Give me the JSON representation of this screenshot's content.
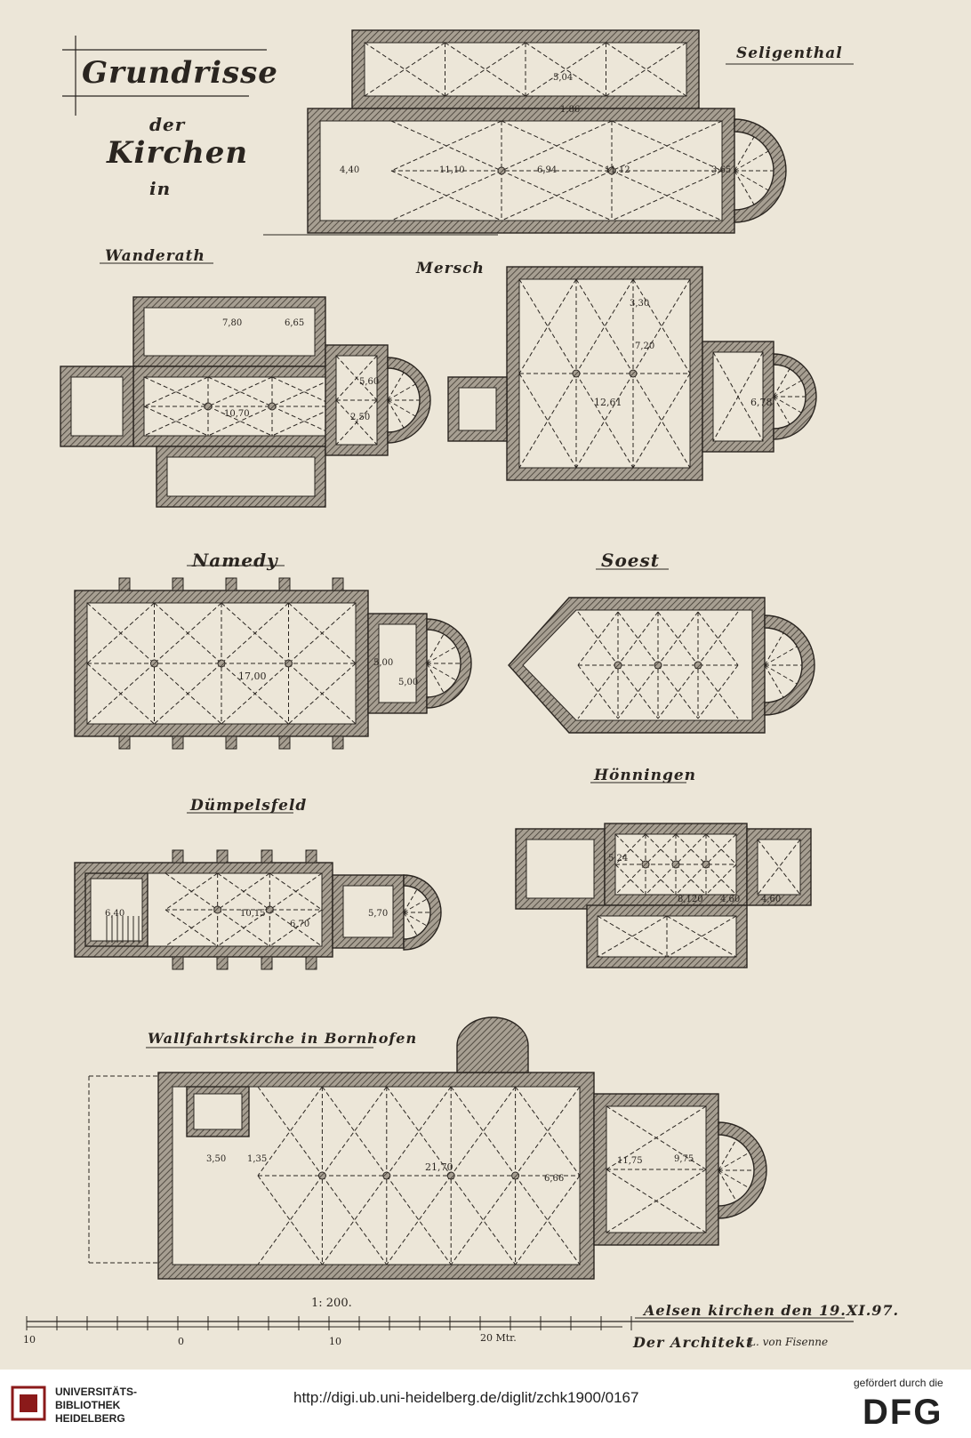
{
  "title": {
    "line1": "Grundrisse",
    "line2": "der",
    "line3": "Kirchen",
    "line4": "in"
  },
  "plans": [
    {
      "name": "Seligenthal",
      "dims": [
        "4,40",
        "11,10",
        "6,94",
        "11,12",
        "3,65",
        "5,04",
        "1,86"
      ]
    },
    {
      "name": "Wanderath",
      "dims": [
        "7,80",
        "6,65",
        "10,70",
        "5,60",
        "2,50"
      ]
    },
    {
      "name": "Mersch",
      "dims": [
        "3,30",
        "12,61",
        "6,78",
        "7,20"
      ]
    },
    {
      "name": "Namedy",
      "dims": [
        "17,00",
        "5,00",
        "5,00"
      ]
    },
    {
      "name": "Soest",
      "dims": []
    },
    {
      "name": "Hönningen",
      "dims": [
        "5,24",
        "8,120",
        "4,60",
        "4,60"
      ]
    },
    {
      "name": "Dümpelsfeld",
      "dims": [
        "6,40",
        "10,15",
        "6,70",
        "5,70"
      ]
    },
    {
      "name": "Wallfahrtskirche in Bornhofen",
      "dims": [
        "3,50",
        "1,35",
        "21,70",
        "9,75",
        "11,75",
        "6,66"
      ]
    }
  ],
  "scale": {
    "ratio": "1: 200.",
    "ticks": [
      "10",
      "0",
      "10",
      "20 Mtr."
    ]
  },
  "signature": {
    "place_date": "Aelsen kirchen den 19.XI.97.",
    "role": "Der Architekt",
    "name": "L. von Fisenne"
  },
  "footer": {
    "library_line1": "UNIVERSITÄTS-",
    "library_line2": "BIBLIOTHEK",
    "library_line3": "HEIDELBERG",
    "url": "http://digi.ub.uni-heidelberg.de/diglit/zchk1900/0167",
    "funding": "gefördert durch die",
    "funder": "DFG"
  },
  "colors": {
    "paper": "#ece6d8",
    "ink": "#2a2520",
    "wall": "#6f675d",
    "background": "#d9d2c4"
  }
}
